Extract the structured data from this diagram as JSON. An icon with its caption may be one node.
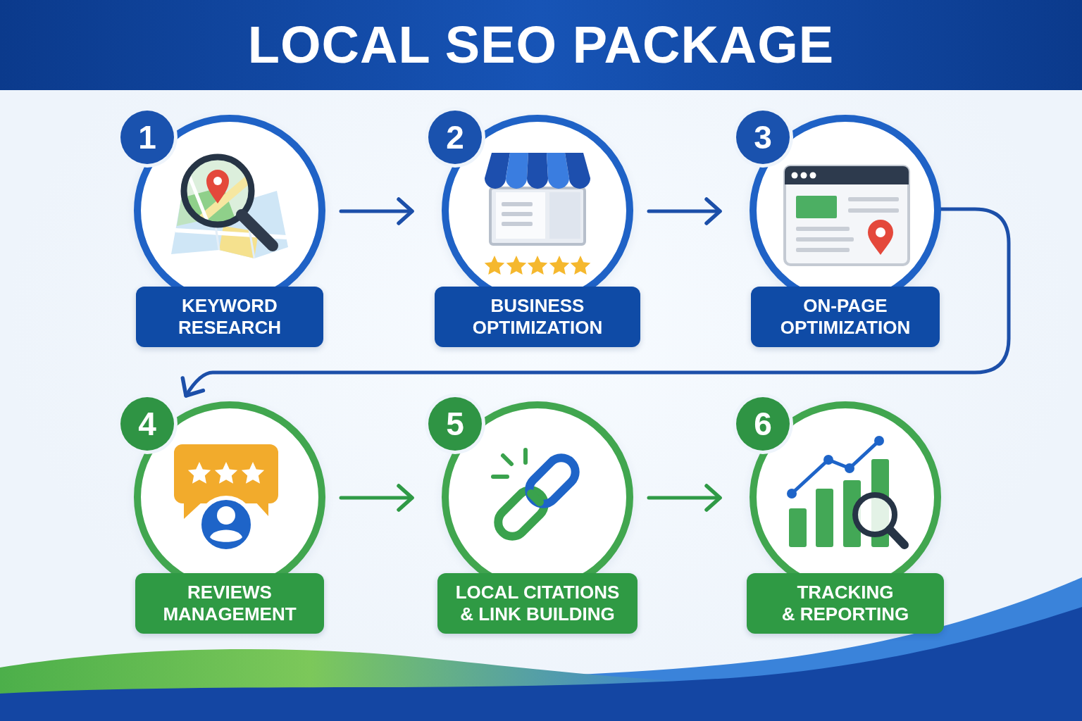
{
  "diagram": {
    "title": "LOCAL SEO PACKAGE",
    "nodes": [
      {
        "text": [
          "1",
          "KEYWORD RESEARCH"
        ]
      },
      {
        "text": [
          "2",
          "BUSINESS OPTIMIZATION"
        ]
      },
      {
        "text": [
          "3",
          "ON-PAGE OPTIMIZATION"
        ]
      },
      {
        "text": [
          "4",
          "REVIEWS MANAGEMENT"
        ]
      },
      {
        "text": [
          "5",
          "LOCAL CITATIONS & LINK BUILDING"
        ]
      },
      {
        "text": [
          "6",
          "TRACKING & REPORTING"
        ]
      }
    ],
    "edges": [
      {
        "from": 0,
        "to": 1,
        "arrow": "to"
      },
      {
        "from": 1,
        "to": 2,
        "arrow": "to"
      },
      {
        "from": 2,
        "to": 3,
        "arrow": "to"
      },
      {
        "from": 3,
        "to": 4,
        "arrow": "to",
        "color": "#2f9a46"
      },
      {
        "from": 4,
        "to": 5,
        "arrow": "to",
        "color": "#2f9a46"
      }
    ]
  }
}
